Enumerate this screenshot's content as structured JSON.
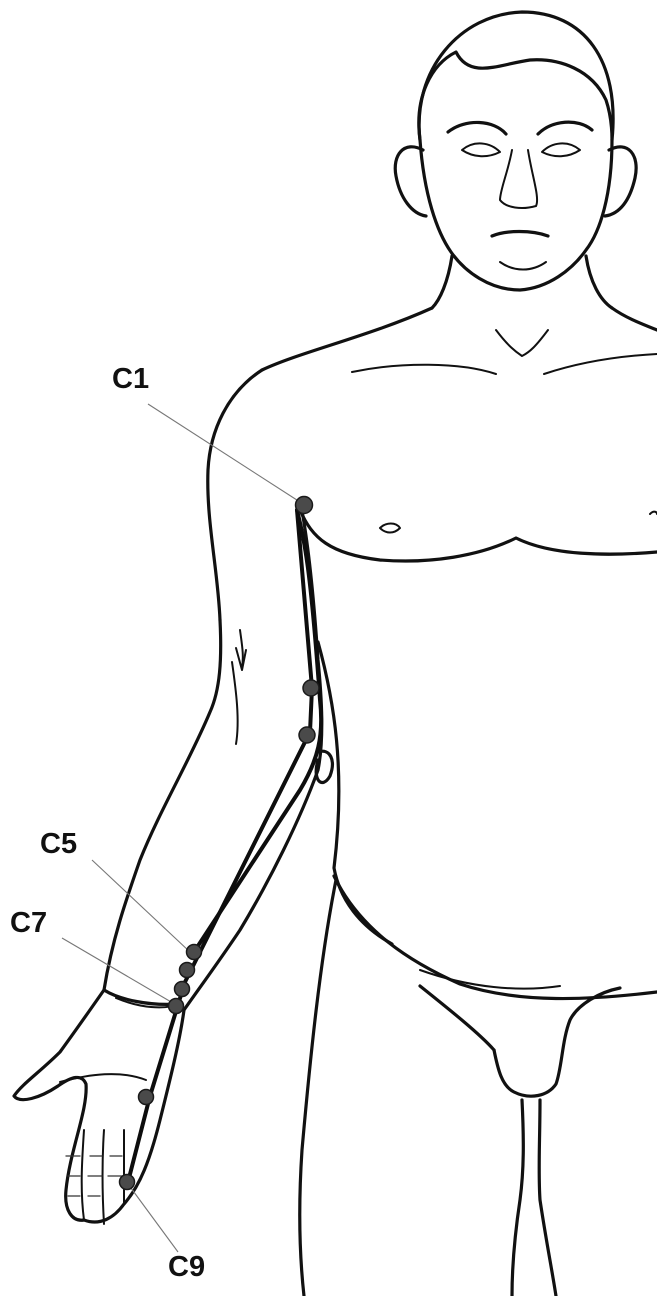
{
  "labels": {
    "c1": "C1",
    "c5": "C5",
    "c7": "C7",
    "c9": "C9"
  },
  "colors": {
    "ink": "#111111",
    "point": "#4a4a4a",
    "leader": "#777777",
    "background": "#ffffff"
  }
}
